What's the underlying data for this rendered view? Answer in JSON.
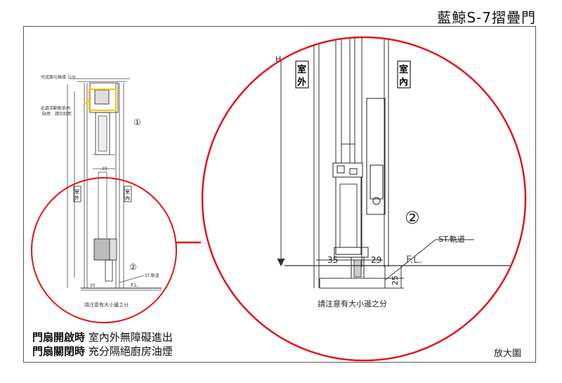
{
  "title": "藍鯨S-7摺疊門",
  "small_view": {
    "note_top": "完成面与框缘 公分",
    "note_yellow": "此處活動板依內\n貼用　請勿封死",
    "marker_1": "①",
    "marker_2": "②",
    "label_outside": "室外",
    "label_inside": "室內",
    "track_label": "ST.軌道",
    "fl_label": "F.L.",
    "note_bottom": "請注意有大小邊之分",
    "dim_35": "35",
    "dim_29": "29"
  },
  "large_view": {
    "label_outside": "室外",
    "label_inside": "室內",
    "marker_2": "②",
    "track_label": "ST.軌道",
    "fl_label": "F.L.",
    "dim_35": "35",
    "dim_29": "29",
    "dim_25": "25",
    "h_label": "H",
    "note_bottom": "請注意有大小邊之分"
  },
  "captions": {
    "line1_bold": "門扇開啟時",
    "line1_text": " 室內外無障礙進出",
    "line2_bold": "門扇關閉時",
    "line2_text": " 充分隔絕廚房油煙"
  },
  "enlarge_label": "放大圖",
  "colors": {
    "circle": "#e0141b",
    "line": "#333333",
    "yellow": "#f2c300"
  }
}
